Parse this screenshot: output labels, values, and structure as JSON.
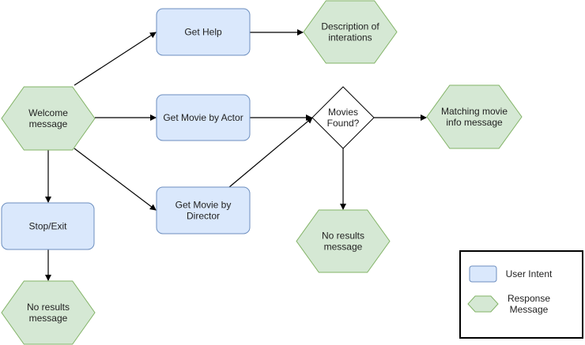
{
  "colors": {
    "user_intent_fill": "#dae8fc",
    "user_intent_stroke": "#6c8ebf",
    "response_fill": "#d5e8d4",
    "response_stroke": "#82b366",
    "decision_fill": "#ffffff",
    "decision_stroke": "#000000",
    "edge": "#000000"
  },
  "nodes": {
    "welcome": {
      "kind": "response",
      "lines": [
        "Welcome",
        "message"
      ]
    },
    "get_help": {
      "kind": "user_intent",
      "lines": [
        "Get Help"
      ]
    },
    "description": {
      "kind": "response",
      "lines": [
        "Description of",
        "interations"
      ]
    },
    "get_movie_actor": {
      "kind": "user_intent",
      "lines": [
        "Get Movie by Actor"
      ]
    },
    "movies_found": {
      "kind": "decision",
      "lines": [
        "Movies",
        "Found?"
      ]
    },
    "matching_info": {
      "kind": "response",
      "lines": [
        "Matching movie",
        "info message"
      ]
    },
    "get_movie_director": {
      "kind": "user_intent",
      "lines": [
        "Get Movie by",
        "Director"
      ]
    },
    "no_results_mid": {
      "kind": "response",
      "lines": [
        "No results",
        "message"
      ]
    },
    "stop_exit": {
      "kind": "user_intent",
      "lines": [
        "Stop/Exit"
      ]
    },
    "no_results_bottom": {
      "kind": "response",
      "lines": [
        "No results",
        "message"
      ]
    }
  },
  "edges": [
    [
      "welcome",
      "get_help"
    ],
    [
      "get_help",
      "description"
    ],
    [
      "welcome",
      "get_movie_actor"
    ],
    [
      "get_movie_actor",
      "movies_found"
    ],
    [
      "welcome",
      "get_movie_director"
    ],
    [
      "get_movie_director",
      "movies_found"
    ],
    [
      "movies_found",
      "matching_info"
    ],
    [
      "movies_found",
      "no_results_mid"
    ],
    [
      "welcome",
      "stop_exit"
    ],
    [
      "stop_exit",
      "no_results_bottom"
    ]
  ],
  "legend": {
    "user_intent": [
      "User Intent"
    ],
    "response": [
      "Response",
      "Message"
    ]
  }
}
